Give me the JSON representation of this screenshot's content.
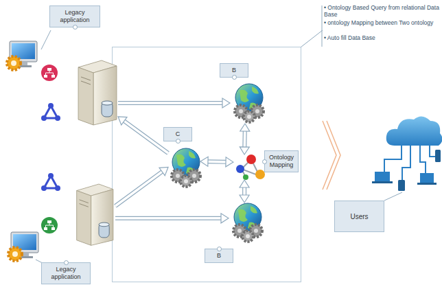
{
  "diagram": {
    "nodes": [
      {
        "text": [
          "Legacy application"
        ]
      },
      {
        "text": [
          "B"
        ]
      },
      {
        "text": [
          "C"
        ]
      },
      {
        "text": [
          "Ontology Mapping"
        ]
      },
      {
        "text": [
          "Users"
        ]
      },
      {
        "text": [
          "B"
        ]
      },
      {
        "text": [
          "Legacy application"
        ]
      }
    ],
    "edges": [
      {
        "from": 0,
        "to": 1,
        "arrow": "to"
      },
      {
        "from": 2,
        "to": 0,
        "arrow": "to"
      },
      {
        "from": 6,
        "to": 2,
        "arrow": "to"
      },
      {
        "from": 6,
        "to": 5,
        "arrow": "to"
      },
      {
        "from": 2,
        "to": 3,
        "arrow": "both"
      },
      {
        "from": 1,
        "to": 3,
        "arrow": "both"
      },
      {
        "from": 3,
        "to": 5,
        "arrow": "both"
      }
    ],
    "labels": [
      "• Ontology Based Query from relational Data Base",
      "• ontology Mapping between Two ontology",
      "• Auto fill Data Base"
    ]
  }
}
